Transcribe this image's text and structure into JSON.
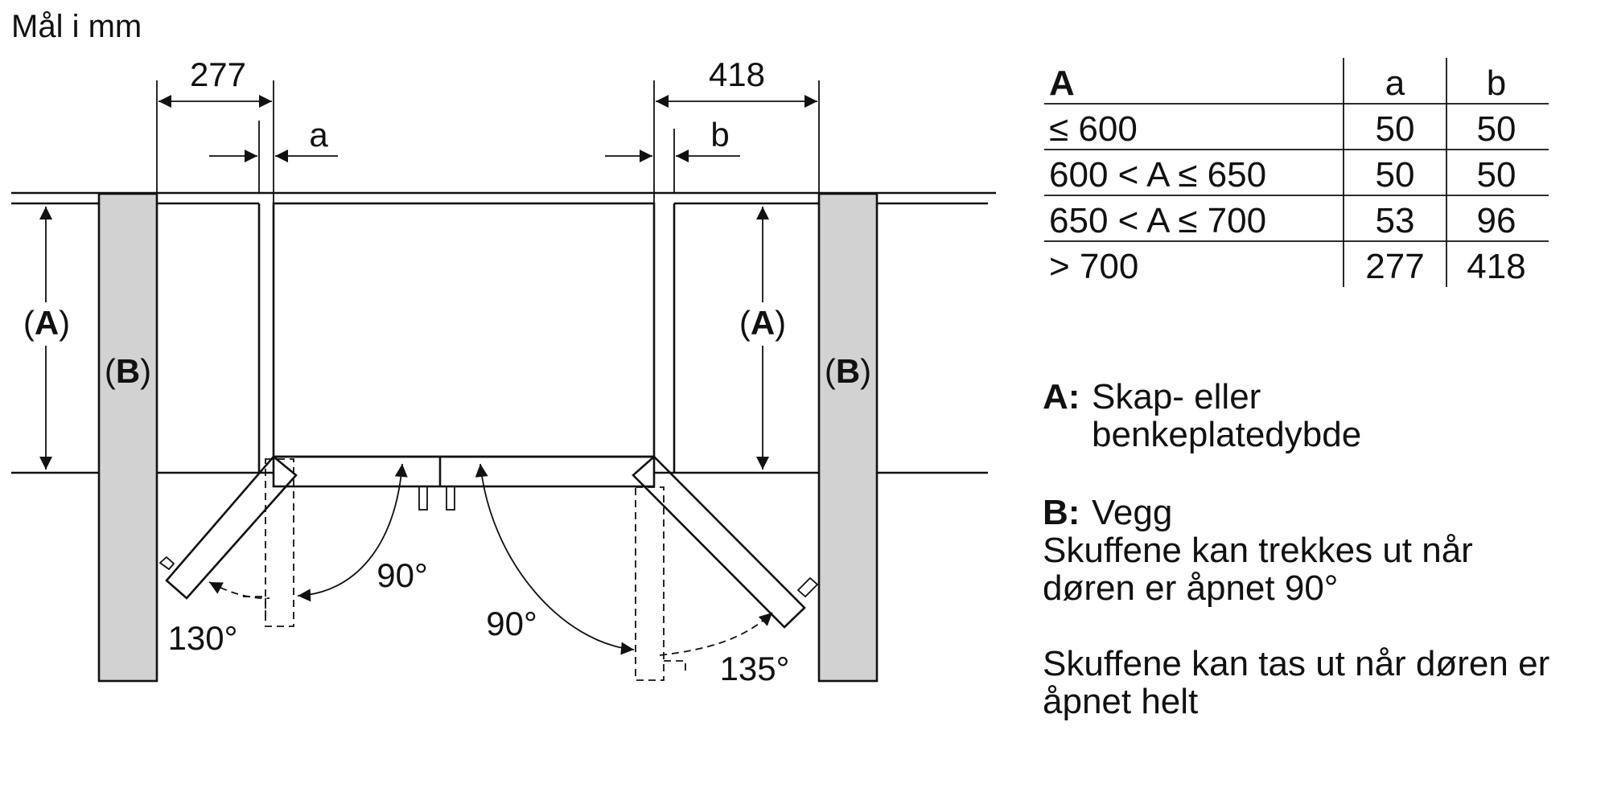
{
  "title": "Mål i mm",
  "dimensions": {
    "left_width": "277",
    "right_width": "418",
    "gap_left": "a",
    "gap_right": "b",
    "depth_left": "A",
    "depth_right": "A",
    "wall_left": "B",
    "wall_right": "B"
  },
  "angles": {
    "left_drawer": "90°",
    "left_door": "130°",
    "right_drawer": "90°",
    "right_door": "135°"
  },
  "table": {
    "headers": [
      "A",
      "a",
      "b"
    ],
    "rows": [
      [
        "≤ 600",
        "50",
        "50"
      ],
      [
        "600 < A ≤ 650",
        "50",
        "50"
      ],
      [
        "650 < A ≤ 700",
        "53",
        "96"
      ],
      [
        "> 700",
        "277",
        "418"
      ]
    ]
  },
  "legend": {
    "a_key": "A:",
    "a_line1": "Skap- eller",
    "a_line2": "benkeplatedybde",
    "b_key": "B:",
    "b_text": "Vegg",
    "note1_line1": "Skuffene kan trekkes ut når",
    "note1_line2": "døren er åpnet 90°",
    "note2_line1": "Skuffene kan tas ut når døren er",
    "note2_line2": "åpnet helt"
  }
}
